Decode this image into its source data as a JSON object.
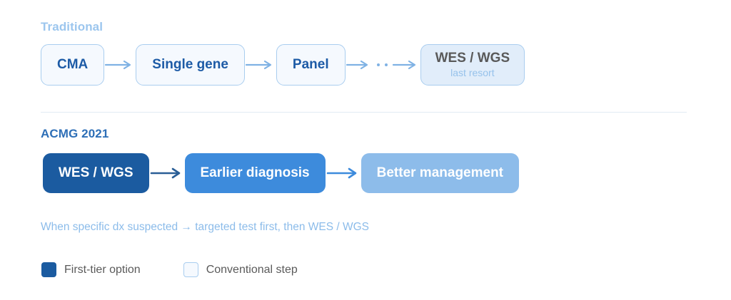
{
  "sections": {
    "traditional": {
      "label": "Traditional",
      "nodes": [
        {
          "title": "CMA",
          "style": "outlined"
        },
        {
          "title": "Single gene",
          "style": "outlined"
        },
        {
          "title": "Panel",
          "style": "outlined"
        },
        {
          "title": "WES / WGS",
          "subtitle": "last resort",
          "style": "tinted"
        }
      ]
    },
    "acmg": {
      "label": "ACMG 2021",
      "nodes": [
        {
          "title": "WES / WGS",
          "style": "fill-dark"
        },
        {
          "title": "Earlier diagnosis",
          "style": "fill-mid"
        },
        {
          "title": "Better management",
          "style": "fill-light"
        }
      ]
    }
  },
  "caption": "When specific dx suspected → targeted test first, then WES / WGS",
  "legend": [
    {
      "label": "First-tier option",
      "swatch": "solid",
      "color": "#1b5ba0"
    },
    {
      "label": "Conventional step",
      "swatch": "hollow",
      "color": "#f5f9fe"
    }
  ],
  "colors": {
    "fill_dark": "#1b5ba0",
    "fill_mid": "#3d8bdc",
    "fill_light": "#8dbcea",
    "outline_bg": "#f5f9fe",
    "outline_border": "#a9cdef",
    "tinted_bg": "#e1edfa",
    "text_blue": "#1d5ba6",
    "label_pale": "#9cc6ee",
    "label_blue": "#2e6fb7",
    "caption": "#8cbcea",
    "arrow": "#7fb2e4",
    "arrow_dark": "#2a5e96",
    "divider": "#e2ebf4",
    "background": "#ffffff"
  }
}
